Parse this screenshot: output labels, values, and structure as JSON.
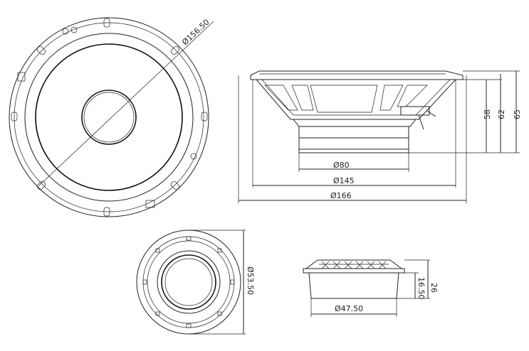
{
  "woofer": {
    "outer_diameter_label": "156.50",
    "dims": {
      "d_magnet": "80",
      "d_basket": "145",
      "d_overall": "166",
      "h_58": "58",
      "h_62": "62",
      "h_65": "65"
    }
  },
  "tweeter": {
    "d_front": "53.50",
    "d_body": "47.50",
    "h_body": "16.50",
    "h_total": "26"
  },
  "symbols": {
    "diameter": "Ø"
  }
}
